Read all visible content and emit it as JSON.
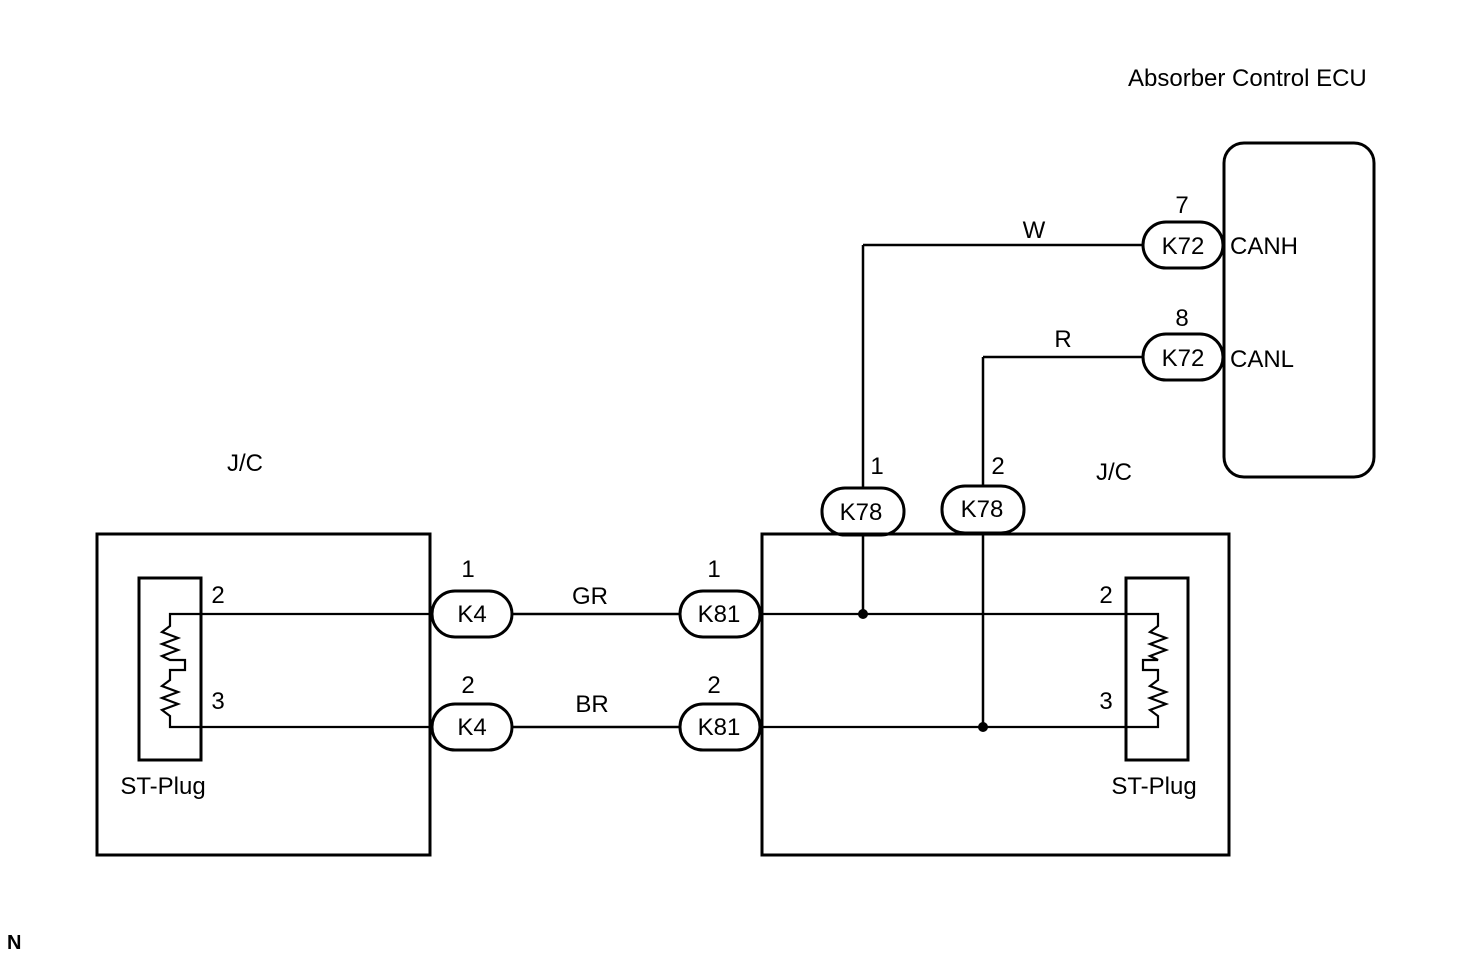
{
  "ecu": {
    "title": "Absorber Control ECU",
    "pins": [
      {
        "pin": "7",
        "connector": "K72",
        "signal": "CANH",
        "wire_color": "W"
      },
      {
        "pin": "8",
        "connector": "K72",
        "signal": "CANL",
        "wire_color": "R"
      }
    ]
  },
  "left_jc": {
    "title": "J/C",
    "plug_label": "ST-Plug",
    "plug_pins": [
      "2",
      "3"
    ],
    "connectors": [
      {
        "pin": "1",
        "connector": "K4"
      },
      {
        "pin": "2",
        "connector": "K4"
      }
    ]
  },
  "links": [
    {
      "wire_color": "GR"
    },
    {
      "wire_color": "BR"
    }
  ],
  "right_jc": {
    "title": "J/C",
    "plug_label": "ST-Plug",
    "plug_pins": [
      "2",
      "3"
    ],
    "connectors": [
      {
        "pin": "1",
        "connector": "K81"
      },
      {
        "pin": "2",
        "connector": "K81"
      }
    ],
    "top_connectors": [
      {
        "pin": "1",
        "connector": "K78"
      },
      {
        "pin": "2",
        "connector": "K78"
      }
    ]
  },
  "corner_mark": "N"
}
